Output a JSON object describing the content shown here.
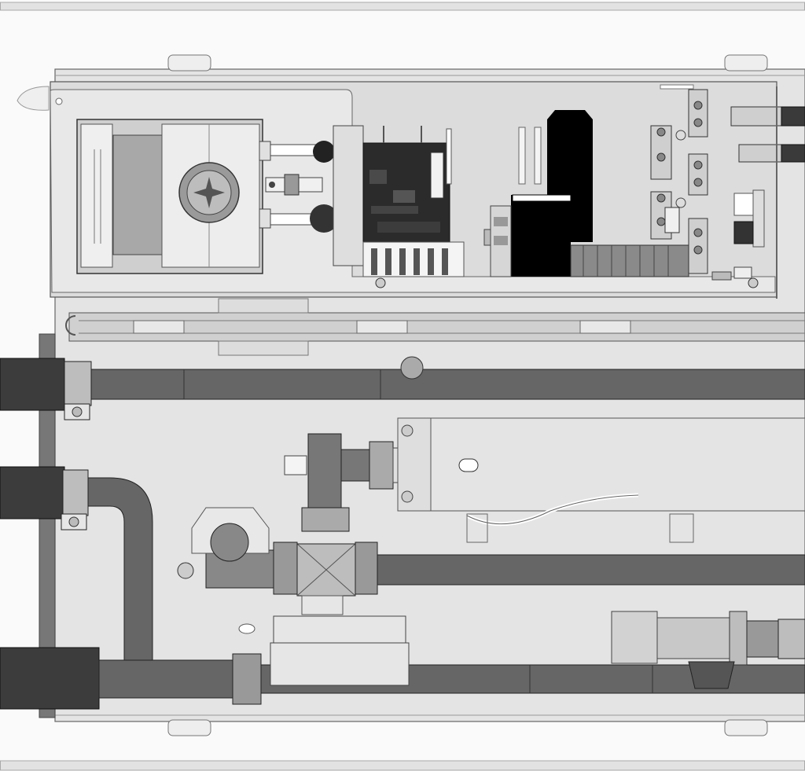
{
  "drawing": {
    "kind": "technical-assembly-drawing",
    "view": "top-view",
    "components": [
      "housing",
      "control-panel-plate",
      "display-module",
      "circuit-board",
      "black-transformer",
      "terminal-blocks",
      "water-pipes",
      "tee-fitting",
      "mixing-valve",
      "sensor-housing",
      "flow-sensor",
      "electric-cable"
    ],
    "colors": {
      "background": "#fafafa",
      "panel": "#dcdcdc",
      "plate": "#e6e6e6",
      "pipe": "#666666",
      "insulation": "#3c3c3c",
      "transformer": "#000000",
      "pcb": "#2b2b2b",
      "outline": "#555555"
    }
  }
}
